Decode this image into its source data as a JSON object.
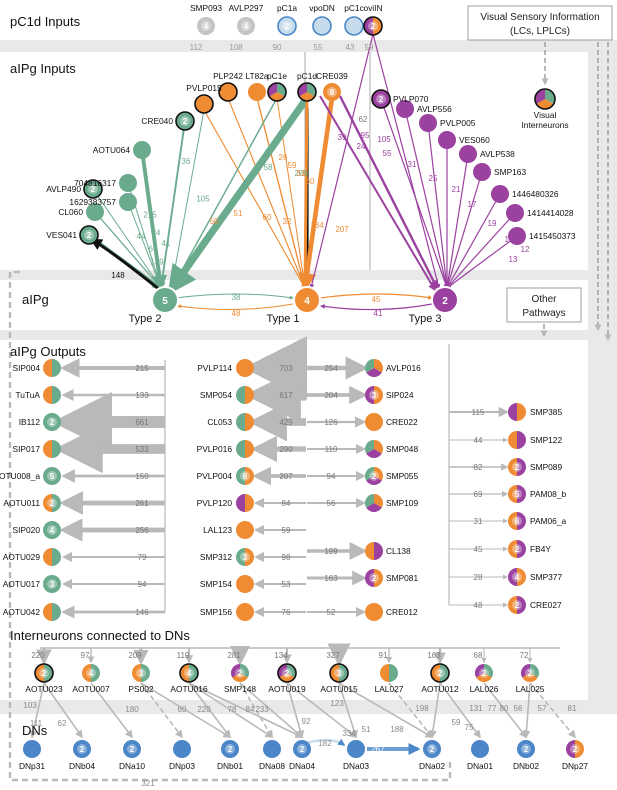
{
  "colors": {
    "type2": "#6aab8e",
    "type1": "#ee8b33",
    "type3": "#9b41a0",
    "dn": "#4a86c8",
    "grey": "#b9b9b9",
    "gray_node": "#c4c4c4",
    "black_edge": "#111111",
    "light_blue": "#c6dcec"
  },
  "sections": {
    "pc1d": "pC1d Inputs",
    "aipg_inputs": "aIPg Inputs",
    "aipg": "aIPg",
    "aipg_outputs": "aIPg Outputs",
    "interneurons": "Interneurons connected to DNs",
    "dns": "DNs"
  },
  "boxes": {
    "visual": [
      "Visual Sensory Information",
      "(LCs, LPLCs)"
    ],
    "other": [
      "Other",
      "Pathways"
    ]
  },
  "visual_interneurons": [
    "Visual",
    "Interneurons"
  ],
  "pc1d_inputs": [
    {
      "name": "SMP093",
      "count": "4",
      "weight": "112",
      "style": "gray"
    },
    {
      "name": "AVLP297",
      "count": "4",
      "weight": "108",
      "style": "gray"
    },
    {
      "name": "pC1a",
      "count": "2",
      "weight": "90",
      "style": "lightblue"
    },
    {
      "name": "vpoDN",
      "count": "",
      "weight": "55",
      "style": "lightblue"
    },
    {
      "name": "pC1c",
      "count": "",
      "weight": "43",
      "style": "lightblue"
    },
    {
      "name": "oviIN",
      "count": "2",
      "weight": "59",
      "style": "mixed"
    }
  ],
  "type_nodes": [
    {
      "label": "Type 2",
      "count": "5"
    },
    {
      "label": "Type 1",
      "count": "4"
    },
    {
      "label": "Type 3",
      "count": "2"
    }
  ],
  "type_edges": [
    "38",
    "48",
    "45",
    "41"
  ],
  "inputs_green": [
    {
      "name": "AOTU064",
      "count": "",
      "weight": "215",
      "ring": false
    },
    {
      "name": "CRE040",
      "count": "2",
      "weight": "105",
      "ring": true
    },
    {
      "name": "704816317",
      "count": "",
      "weight": "34",
      "ring": false
    },
    {
      "name": "1629383757",
      "count": "",
      "weight": "41",
      "ring": false
    },
    {
      "name": "AVLP490",
      "count": "2",
      "weight": "44",
      "ring": true
    },
    {
      "name": "CL060",
      "count": "",
      "weight": "69",
      "ring": false
    },
    {
      "name": "VES041",
      "count": "2",
      "weight": "139",
      "ring": true
    }
  ],
  "vesfeedback": "148",
  "inputs_top": [
    {
      "name": "PVLP015",
      "count": "",
      "color": "orange",
      "w_t2": "36",
      "w_t1": "50",
      "ring": true
    },
    {
      "name": "PLP242",
      "count": "",
      "color": "orange",
      "w_t2": "",
      "w_t1": "51",
      "ring": true
    },
    {
      "name": "LT82a",
      "count": "",
      "color": "orange",
      "w_t2": "",
      "w_t1": "60",
      "ring": false
    },
    {
      "name": "pC1e",
      "count": "",
      "color": "mixed",
      "w_t2": "58",
      "w_t1": "32",
      "ring": true
    },
    {
      "name": "pC1d",
      "count": "",
      "color": "mixed",
      "w_t2": "289",
      "w_t1": "134",
      "ring": true
    },
    {
      "name": "CRE039",
      "count": "8",
      "color": "orange",
      "w_t2": "",
      "w_t1": "207",
      "ring": false
    }
  ],
  "pc1d_weights_extra": [
    "26",
    "59",
    "51",
    "60"
  ],
  "inputs_purple": [
    {
      "name": "PVLP070",
      "count": "2",
      "weight": "24",
      "ring": true
    },
    {
      "name": "AVLP556",
      "count": "",
      "weight": "55",
      "ring": false
    },
    {
      "name": "PVLP005",
      "count": "",
      "weight": "31",
      "ring": false
    },
    {
      "name": "VES060",
      "count": "",
      "weight": "25",
      "ring": false
    },
    {
      "name": "AVLP538",
      "count": "",
      "weight": "21",
      "ring": false
    },
    {
      "name": "SMP163",
      "count": "",
      "weight": "17",
      "ring": false
    },
    {
      "name": "1446480326",
      "count": "",
      "weight": "19",
      "ring": false
    },
    {
      "name": "1414414028",
      "count": "",
      "weight": "16",
      "ring": false
    },
    {
      "name": "1415450373",
      "count": "",
      "weight": "13",
      "ring": false
    }
  ],
  "purple_extra_weights": [
    "39",
    "95",
    "105",
    "62",
    "12"
  ],
  "outputs_left": [
    {
      "name": "SIP004",
      "count": "",
      "weight": "215"
    },
    {
      "name": "TuTuA",
      "count": "",
      "weight": "133"
    },
    {
      "name": "IB112",
      "count": "2",
      "weight": "661"
    },
    {
      "name": "SIP017",
      "count": "",
      "weight": "533"
    },
    {
      "name": "AOTU008_a",
      "count": "5",
      "weight": "150"
    },
    {
      "name": "AOTU011",
      "count": "2",
      "weight": "261"
    },
    {
      "name": "SIP020",
      "count": "4",
      "weight": "256"
    },
    {
      "name": "AOTU029",
      "count": "",
      "weight": "79"
    },
    {
      "name": "AOTU017",
      "count": "3",
      "weight": "94"
    },
    {
      "name": "AOTU042",
      "count": "",
      "weight": "146"
    }
  ],
  "outputs_mid": [
    {
      "name": "PVLP114",
      "count": "",
      "weight": "703"
    },
    {
      "name": "SMP054",
      "count": "",
      "weight": "617"
    },
    {
      "name": "CL053",
      "count": "",
      "weight": "429"
    },
    {
      "name": "PVLP016",
      "count": "",
      "weight": "290"
    },
    {
      "name": "PVLP004",
      "count": "6",
      "weight": "207"
    },
    {
      "name": "PVLP120",
      "count": "",
      "weight": "84"
    },
    {
      "name": "LAL123",
      "count": "",
      "weight": "59"
    },
    {
      "name": "SMP312",
      "count": "3",
      "weight": "98"
    },
    {
      "name": "SMP154",
      "count": "",
      "weight": "53"
    },
    {
      "name": "SMP156",
      "count": "",
      "weight": "76"
    }
  ],
  "outputs_right": [
    {
      "name": "AVLP016",
      "count": "",
      "weight": "254"
    },
    {
      "name": "SIP024",
      "count": "3",
      "weight": "204"
    },
    {
      "name": "CRE022",
      "count": "",
      "weight": "126"
    },
    {
      "name": "SMP048",
      "count": "",
      "weight": "110"
    },
    {
      "name": "SMP055",
      "count": "2",
      "weight": "94"
    },
    {
      "name": "SMP109",
      "count": "",
      "weight": "56"
    },
    {
      "name": "CL138",
      "count": "",
      "weight": "199"
    },
    {
      "name": "SMP081",
      "count": "2",
      "weight": "163"
    },
    {
      "name": "CRE012",
      "count": "",
      "weight": "52"
    }
  ],
  "outputs_far": [
    {
      "name": "SMP385",
      "count": "",
      "weight": "115"
    },
    {
      "name": "SMP122",
      "count": "",
      "weight": "44"
    },
    {
      "name": "SMP089",
      "count": "2",
      "weight": "82"
    },
    {
      "name": "PAM08_b",
      "count": "5",
      "weight": "69"
    },
    {
      "name": "PAM06_a",
      "count": "6",
      "weight": "31"
    },
    {
      "name": "FB4Y",
      "count": "2",
      "weight": "45"
    },
    {
      "name": "SMP377",
      "count": "4",
      "weight": "28"
    },
    {
      "name": "CRE027",
      "count": "2",
      "weight": "48"
    }
  ],
  "interneurons": [
    {
      "name": "AOTU023",
      "count": "2",
      "weight": "220",
      "ring": true,
      "color": "green"
    },
    {
      "name": "AOTU007",
      "count": "4",
      "weight": "97",
      "ring": false,
      "color": "green"
    },
    {
      "name": "PS002",
      "count": "3",
      "weight": "209",
      "ring": false,
      "color": "green"
    },
    {
      "name": "AOTU016",
      "count": "4",
      "weight": "119",
      "ring": true,
      "color": "green"
    },
    {
      "name": "SMP148",
      "count": "2",
      "weight": "281",
      "ring": false,
      "color": "mixed"
    },
    {
      "name": "AOTU019",
      "count": "2",
      "weight": "134",
      "ring": true,
      "color": "green"
    },
    {
      "name": "AOTU015",
      "count": "3",
      "weight": "327",
      "ring": true,
      "color": "green"
    },
    {
      "name": "LAL027",
      "count": "",
      "weight": "91",
      "ring": false,
      "color": "green"
    },
    {
      "name": "AOTU012",
      "count": "2",
      "weight": "163",
      "ring": true,
      "color": "green"
    },
    {
      "name": "LAL026",
      "count": "2",
      "weight": "68",
      "ring": false,
      "color": "mixed"
    },
    {
      "name": "LAL025",
      "count": "2",
      "weight": "72",
      "ring": false,
      "color": "mixed"
    }
  ],
  "dns": [
    {
      "name": "DNp31",
      "count": ""
    },
    {
      "name": "DNb04",
      "count": "2"
    },
    {
      "name": "DNa10",
      "count": "2"
    },
    {
      "name": "DNp03",
      "count": ""
    },
    {
      "name": "DNb01",
      "count": "2"
    },
    {
      "name": "DNa08",
      "count": ""
    },
    {
      "name": "DNa04",
      "count": "2"
    },
    {
      "name": "DNa03",
      "count": ""
    },
    {
      "name": "DNa02",
      "count": "2"
    },
    {
      "name": "DNa01",
      "count": ""
    },
    {
      "name": "DNb02",
      "count": "2"
    },
    {
      "name": "DNp27",
      "count": "2"
    }
  ],
  "dn_weights": [
    "103",
    "111",
    "62",
    "180",
    "60",
    "220",
    "78",
    "84",
    "233",
    "92",
    "182",
    "334",
    "51",
    "123",
    "267",
    "198",
    "59",
    "131",
    "80",
    "75",
    "77",
    "56",
    "57",
    "81",
    "188",
    "321"
  ]
}
